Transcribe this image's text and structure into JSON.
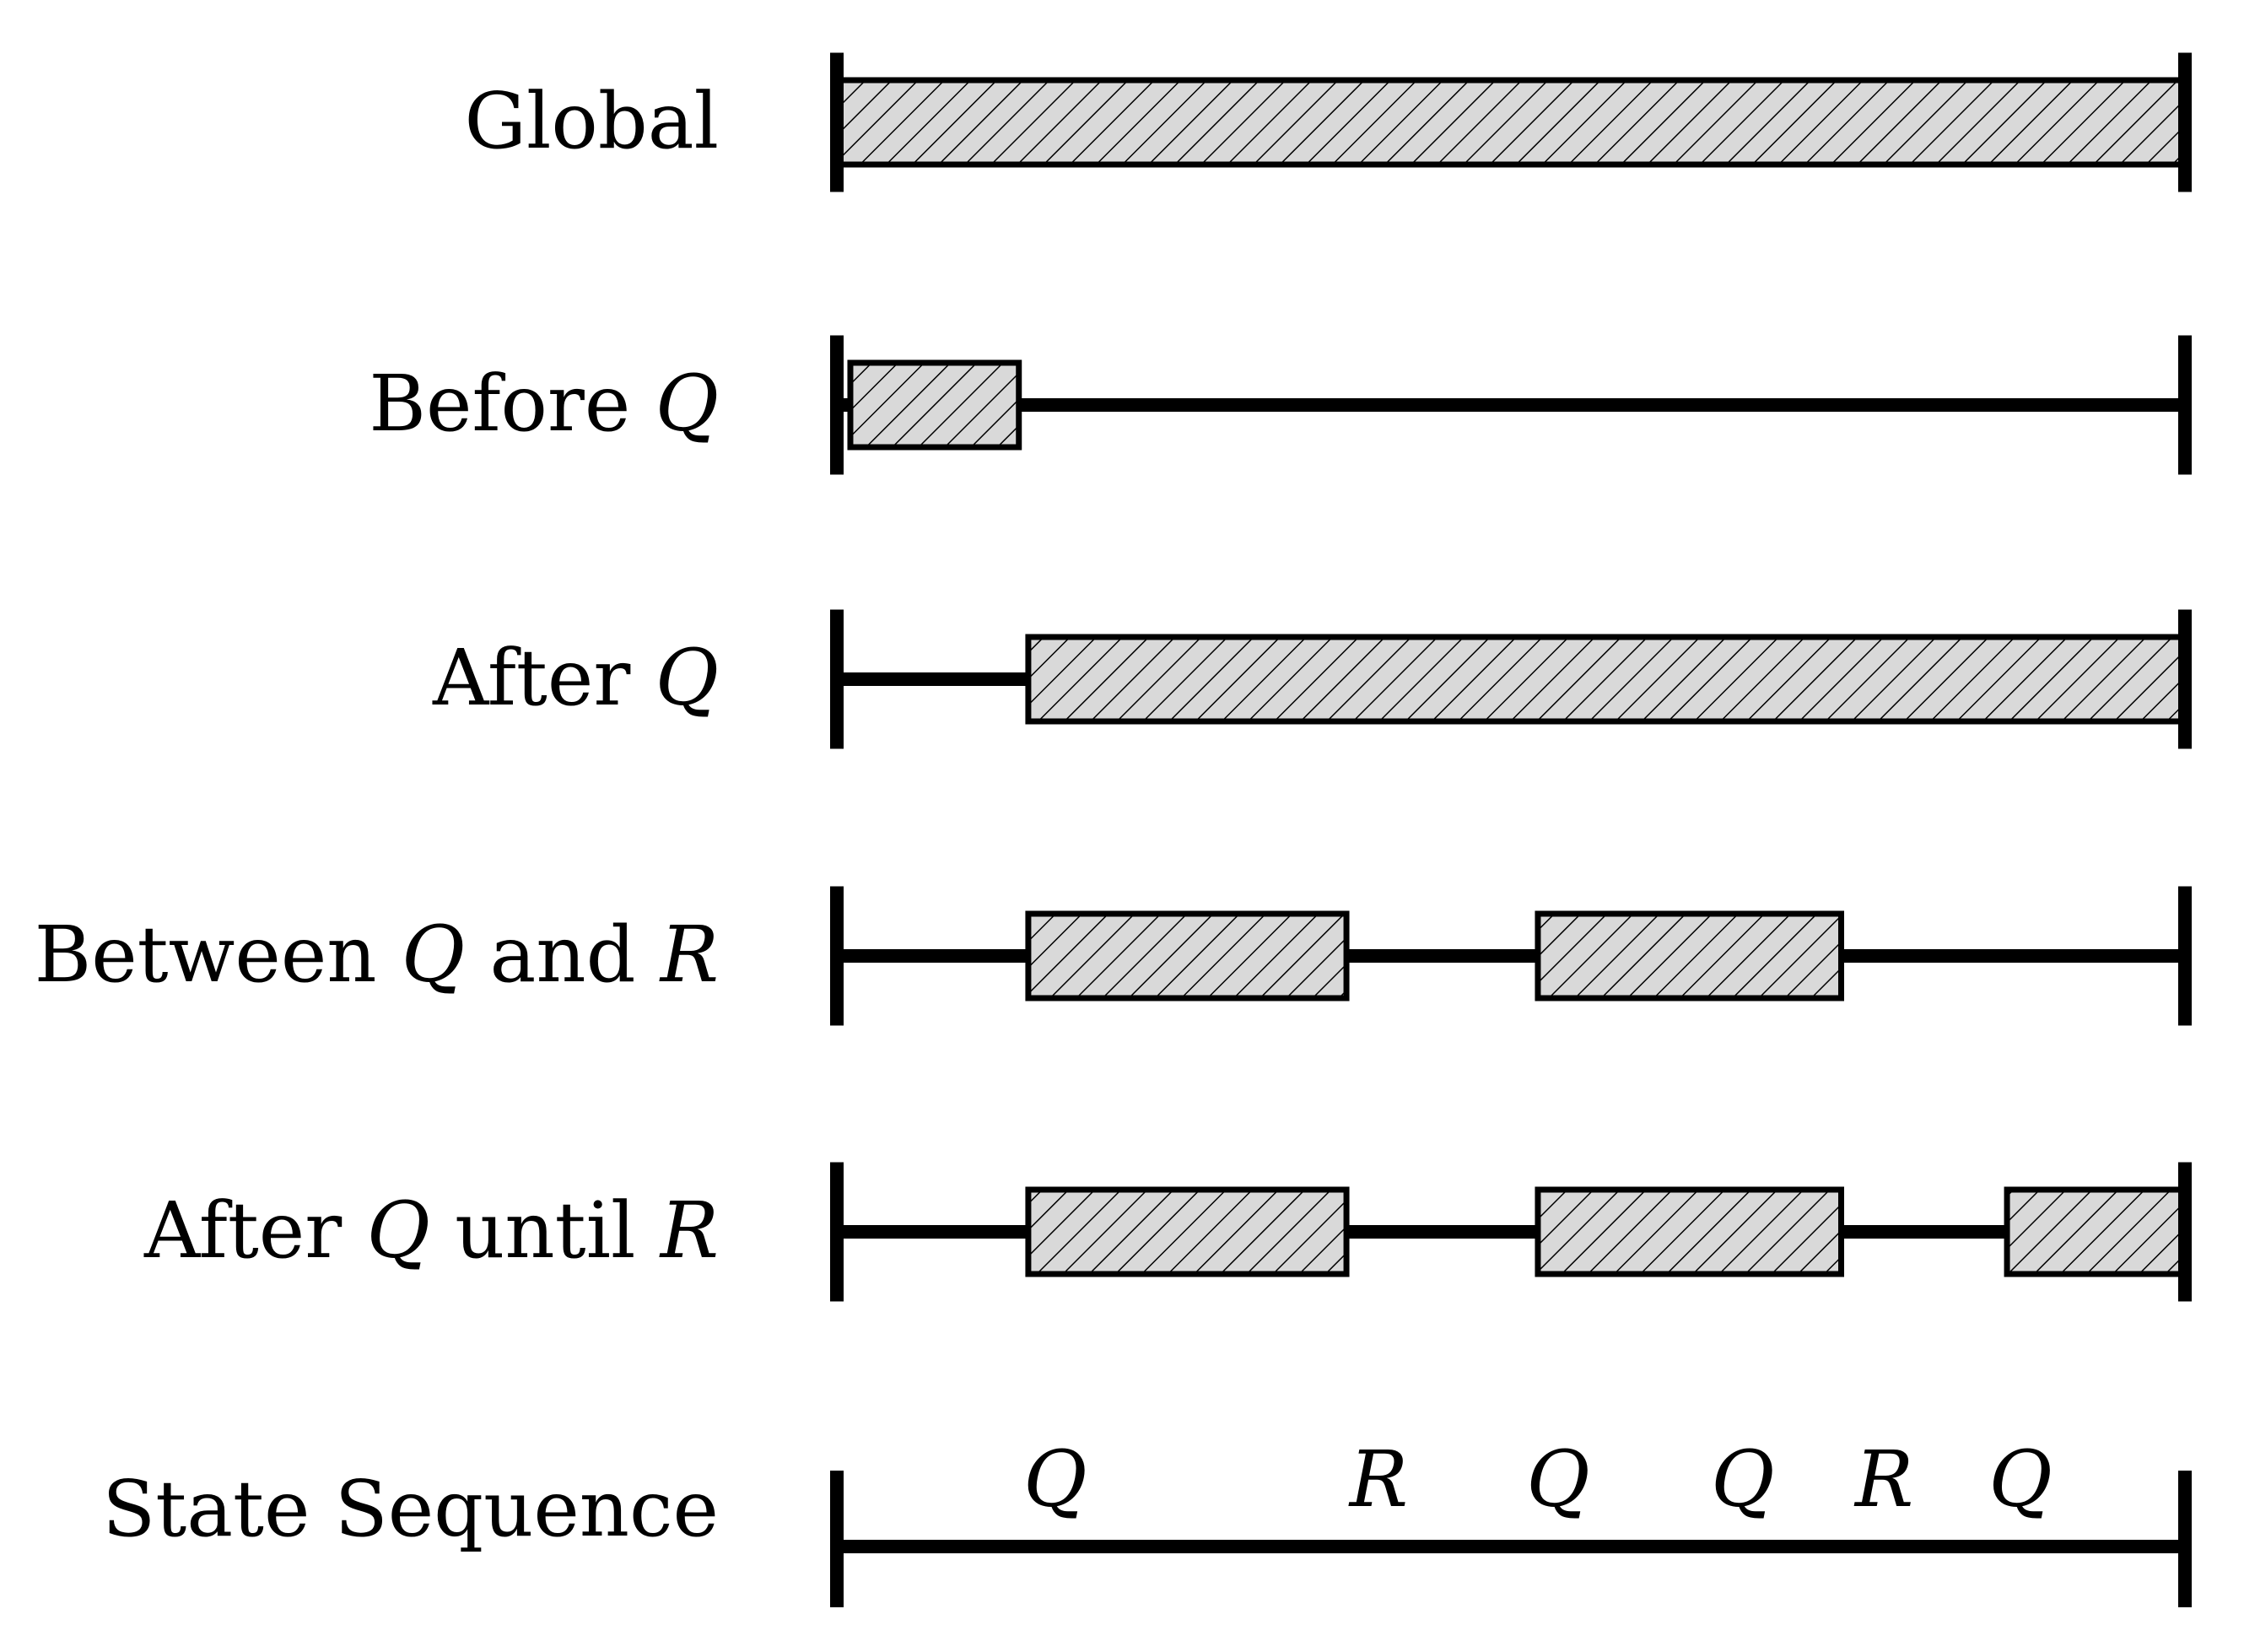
{
  "colors": {
    "ink": "#000000",
    "hatch_fill": "#d9d9d9",
    "background": "#ffffff"
  },
  "rows": [
    {
      "id": "global",
      "label": "Global",
      "label_parts": [
        {
          "text": "Global",
          "math": false
        }
      ],
      "timeline": [
        0,
        1
      ],
      "intervals": [
        [
          0,
          1
        ]
      ]
    },
    {
      "id": "before-q",
      "label": "Before Q",
      "label_parts": [
        {
          "text": "Before ",
          "math": false
        },
        {
          "text": "Q",
          "math": true
        }
      ],
      "timeline": [
        0,
        1
      ],
      "intervals": [
        [
          0.01,
          0.135
        ]
      ]
    },
    {
      "id": "after-q",
      "label": "After Q",
      "label_parts": [
        {
          "text": "After ",
          "math": false
        },
        {
          "text": "Q",
          "math": true
        }
      ],
      "timeline": [
        0,
        1
      ],
      "intervals": [
        [
          0.142,
          1
        ]
      ]
    },
    {
      "id": "between-q-and-r",
      "label": "Between Q and R",
      "label_parts": [
        {
          "text": "Between ",
          "math": false
        },
        {
          "text": "Q",
          "math": true
        },
        {
          "text": " and ",
          "math": false
        },
        {
          "text": "R",
          "math": true
        }
      ],
      "timeline": [
        0,
        1
      ],
      "intervals": [
        [
          0.142,
          0.378
        ],
        [
          0.52,
          0.745
        ]
      ]
    },
    {
      "id": "after-q-until-r",
      "label": "After Q until R",
      "label_parts": [
        {
          "text": "After ",
          "math": false
        },
        {
          "text": "Q",
          "math": true
        },
        {
          "text": " until ",
          "math": false
        },
        {
          "text": "R",
          "math": true
        }
      ],
      "timeline": [
        0,
        1
      ],
      "intervals": [
        [
          0.142,
          0.378
        ],
        [
          0.52,
          0.745
        ],
        [
          0.868,
          1
        ]
      ]
    }
  ],
  "state_sequence": {
    "label": "State Sequence",
    "events": [
      {
        "symbol": "Q",
        "at": 0.162
      },
      {
        "symbol": "R",
        "at": 0.402
      },
      {
        "symbol": "Q",
        "at": 0.535
      },
      {
        "symbol": "Q",
        "at": 0.672
      },
      {
        "symbol": "R",
        "at": 0.777
      },
      {
        "symbol": "Q",
        "at": 0.878
      }
    ]
  }
}
